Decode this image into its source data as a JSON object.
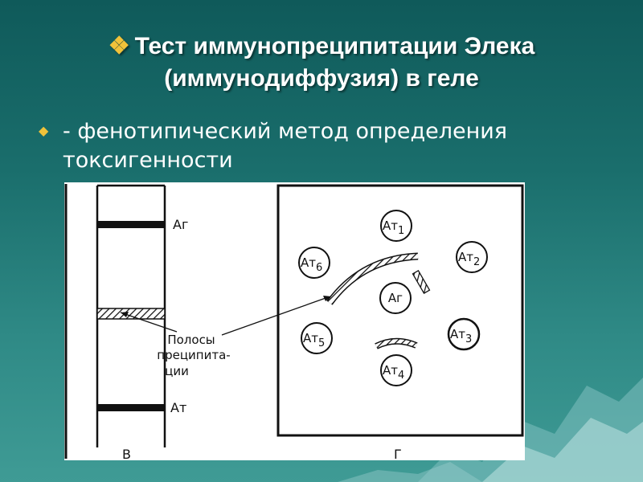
{
  "slide": {
    "title_icon": "diamond-bullet-icon",
    "title_line1": "Тест иммунопреципитации Элека",
    "title_line2": "(иммунодиффузия) в геле",
    "bullet_icon": "diamond-bullet-icon",
    "bullet_text": "- фенотипический метод определения токсигенности",
    "accent_color": "#f0c23a"
  },
  "figure": {
    "strip_top_label": "Аг",
    "strip_bottom_label": "Ат",
    "callout_line1": "Полосы",
    "callout_line2": "преципита-",
    "callout_line3": "ции",
    "panel_left_caption": "В",
    "panel_right_caption": "Г",
    "well_center": "Аг",
    "wells": [
      {
        "base": "Ат",
        "sub": "1"
      },
      {
        "base": "Ат",
        "sub": "2"
      },
      {
        "base": "Ат",
        "sub": "3"
      },
      {
        "base": "Ат",
        "sub": "4"
      },
      {
        "base": "Ат",
        "sub": "5"
      },
      {
        "base": "Ат",
        "sub": "6"
      }
    ]
  }
}
